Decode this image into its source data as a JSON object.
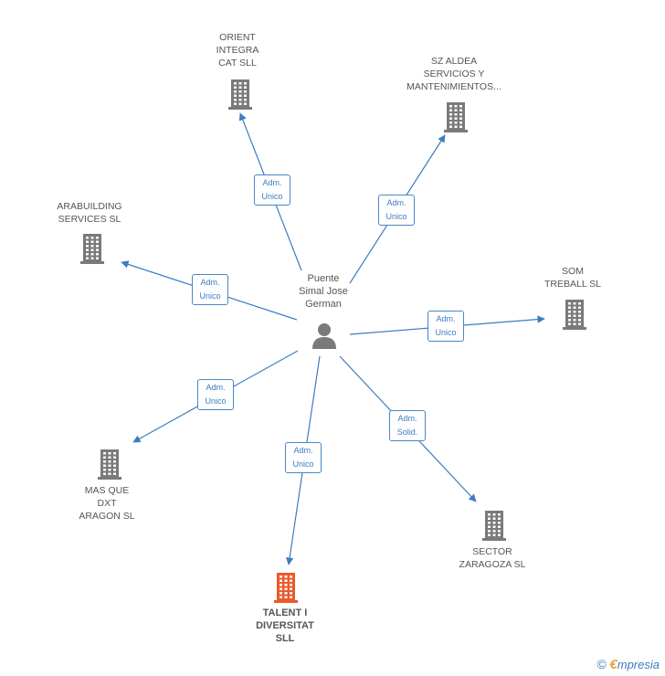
{
  "person": {
    "label": "Puente\nSimal Jose\nGerman"
  },
  "companies": [
    {
      "id": "orient",
      "label": "ORIENT\nINTEGRA\nCAT  SLL",
      "role": "Adm.\nUnico"
    },
    {
      "id": "szaldea",
      "label": "SZ ALDEA\nSERVICIOS Y\nMANTENIMIENTOS...",
      "role": "Adm.\nUnico"
    },
    {
      "id": "arabuilding",
      "label": "ARABUILDING\nSERVICES  SL",
      "role": "Adm.\nUnico"
    },
    {
      "id": "som",
      "label": "SOM\nTREBALL  SL",
      "role": "Adm.\nUnico"
    },
    {
      "id": "masque",
      "label": "MAS QUE\nDXT\nARAGON SL",
      "role": "Adm.\nUnico"
    },
    {
      "id": "talent",
      "label": "TALENT I\nDIVERSITAT\nSLL",
      "role": "Adm.\nUnico",
      "highlight": true
    },
    {
      "id": "sector",
      "label": "SECTOR\nZARAGOZA  SL",
      "role": "Adm.\nSolid."
    }
  ],
  "colors": {
    "edge": "#3d7cc0",
    "building": "#7a7a7a",
    "highlight": "#ec5a2a",
    "person": "#7a7a7a"
  },
  "footer": {
    "copyright": "©",
    "brand_initial": "€",
    "brand_rest": "mpresia"
  }
}
